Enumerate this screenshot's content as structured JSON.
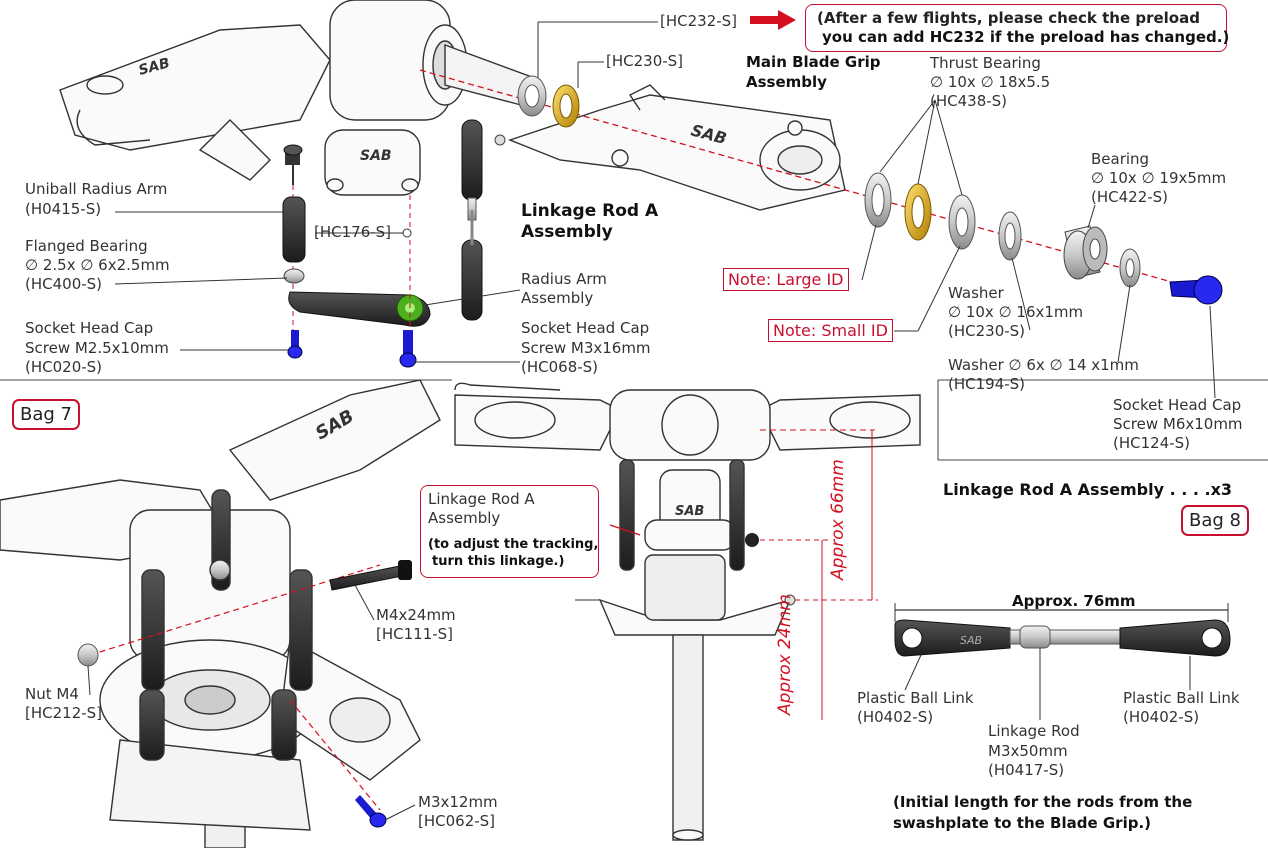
{
  "bags": {
    "bag7": "Bag 7",
    "bag8": "Bag 8"
  },
  "top": {
    "hc232": "[HC232-S]",
    "preload_note_1": "(After a few flights, please check the preload",
    "preload_note_2": "you can add HC232 if the preload has changed.)",
    "hc230": "[HC230-S]",
    "main_grip_1": "Main Blade Grip",
    "main_grip_2": "Assembly",
    "thrust_1": "Thrust Bearing",
    "thrust_2": "∅ 10x ∅ 18x5.5",
    "thrust_3": "(HC438-S)",
    "bearing_1": "Bearing",
    "bearing_2": "∅ 10x ∅ 19x5mm",
    "bearing_3": "(HC422-S)",
    "uniball_1": "Uniball Radius Arm",
    "uniball_2": "(H0415-S)",
    "hc176": "[HC176-S]",
    "linkage_1": "Linkage Rod A",
    "linkage_2": "Assembly",
    "flanged_1": "Flanged Bearing",
    "flanged_2": "∅ 2.5x ∅ 6x2.5mm",
    "flanged_3": "(HC400-S)",
    "radius_1": "Radius Arm",
    "radius_2": "Assembly",
    "note_large": "Note: Large ID",
    "note_small": "Note: Small ID",
    "washer1_1": "Washer",
    "washer1_2": "∅ 10x ∅ 16x1mm",
    "washer1_3": "(HC230-S)",
    "washer2_1": "Washer ∅ 6x ∅ 14 x1mm",
    "washer2_2": "(HC194-S)",
    "shc1_1": "Socket Head Cap",
    "shc1_2": "Screw M2.5x10mm",
    "shc1_3": "(HC020-S)",
    "shc2_1": "Socket Head Cap",
    "shc2_2": "Screw M3x16mm",
    "shc2_3": "(HC068-S)",
    "shc3_1": "Socket Head Cap",
    "shc3_2": "Screw M6x10mm",
    "shc3_3": "(HC124-S)"
  },
  "bottom_left": {
    "m4_1": "M4x24mm",
    "m4_2": "[HC111-S]",
    "nut_1": "Nut M4",
    "nut_2": "[HC212-S]",
    "m3_1": "M3x12mm",
    "m3_2": "[HC062-S]"
  },
  "bottom_center": {
    "callout_1": "Linkage Rod A",
    "callout_2": "Assembly",
    "callout_3": "(to adjust the tracking,",
    "callout_4": "turn this linkage.)",
    "approx66": "Approx 66mm",
    "approx24": "Approx 24mm"
  },
  "bottom_right": {
    "title": "Linkage Rod A Assembly . . . .x3",
    "approx76": "Approx. 76mm",
    "ball_left_1": "Plastic Ball Link",
    "ball_left_2": "(H0402-S)",
    "ball_right_1": "Plastic Ball Link",
    "ball_right_2": "(H0402-S)",
    "rod_1": "Linkage Rod",
    "rod_2": "M3x50mm",
    "rod_3": "(H0417-S)",
    "initial_1": "(Initial length for the rods from the",
    "initial_2": "swashplate to the Blade Grip.)"
  },
  "colors": {
    "accent_red": "#d4101f",
    "screw_blue": "#1a1ad0",
    "washer_gold": "#d9a400",
    "bearing_green": "#4caf20"
  }
}
